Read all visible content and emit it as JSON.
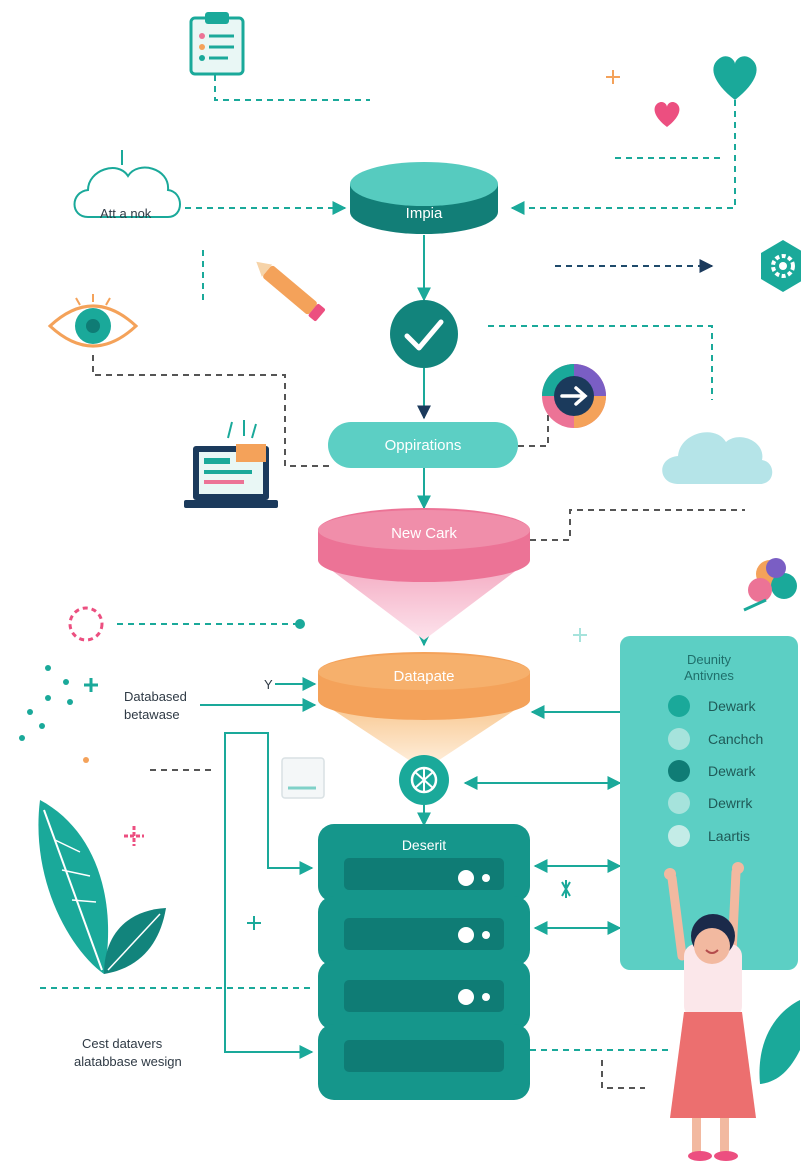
{
  "nodes": {
    "top_db": "Impia",
    "operations": "Oppirations",
    "funnel_pink": "New Cark",
    "funnel_orange": "Datapate",
    "server": "Deserit"
  },
  "side_labels": {
    "cloud": "Att a nok",
    "database_line1": "Databased",
    "database_line2": "betawase",
    "small_marker": "Y",
    "bottom_line1": "Cest datavers",
    "bottom_line2": "alatabbase wesign"
  },
  "legend": {
    "title_line1": "Deunity",
    "title_line2": "Antivnes",
    "items": [
      {
        "label": "Dewark",
        "color": "#1aa99a"
      },
      {
        "label": "Canchch",
        "color": "#a6e3dc"
      },
      {
        "label": "Dewark",
        "color": "#0f7c75"
      },
      {
        "label": "Dewrrk",
        "color": "#a6e3dc"
      },
      {
        "label": "Laartis",
        "color": "#c4ece7"
      }
    ]
  },
  "colors": {
    "teal": "#1aa99a",
    "teal_dark": "#0f7c75",
    "teal_light": "#5ccfc4",
    "pink": "#ec7396",
    "orange": "#f4a25a",
    "heart_pink": "#ec4f80"
  },
  "icons": [
    "clipboard-icon",
    "heart-icon",
    "cloud-icon",
    "gear-icon",
    "pencil-icon",
    "eye-icon",
    "checkmark-icon",
    "arrow-right-icon",
    "laptop-icon",
    "lifebuoy-icon",
    "balloon-icon",
    "network-icon",
    "leaf-icon",
    "sparkle-icon"
  ]
}
